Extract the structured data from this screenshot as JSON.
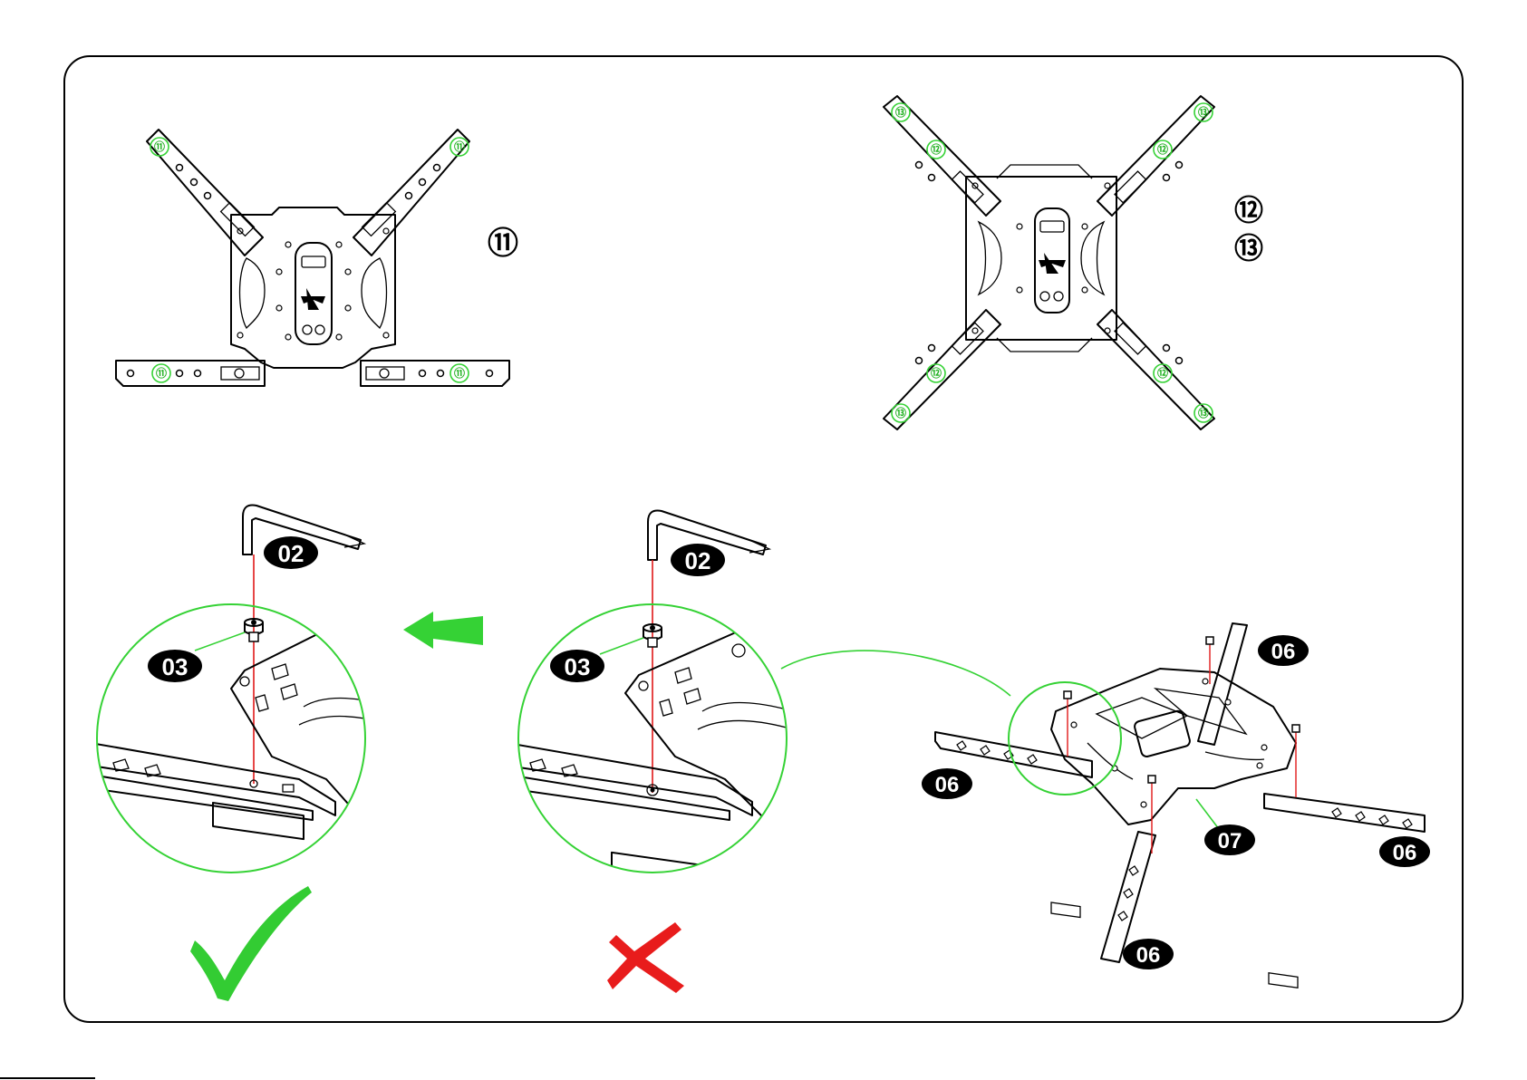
{
  "diagram": {
    "top_left": {
      "callout": "⑪",
      "hole_marks": [
        "⑪",
        "⑪",
        "⑪",
        "⑪"
      ]
    },
    "top_right": {
      "callouts": [
        "⑫",
        "⑬"
      ],
      "marks_12": [
        "⑫",
        "⑫",
        "⑫",
        "⑫"
      ],
      "marks_13": [
        "⑬",
        "⑬",
        "⑬",
        "⑬"
      ]
    },
    "detail_correct": {
      "tool": "02",
      "bolt": "03",
      "result": "correct"
    },
    "detail_incorrect": {
      "tool": "02",
      "bolt": "03",
      "result": "incorrect"
    },
    "assembly": {
      "rails": [
        "06",
        "06",
        "06",
        "06"
      ],
      "plate": "07"
    },
    "colors": {
      "frame": "#000000",
      "highlight": "#35d235",
      "guide": "#e01818",
      "check": "#33cc33",
      "cross": "#e81c1c"
    }
  }
}
